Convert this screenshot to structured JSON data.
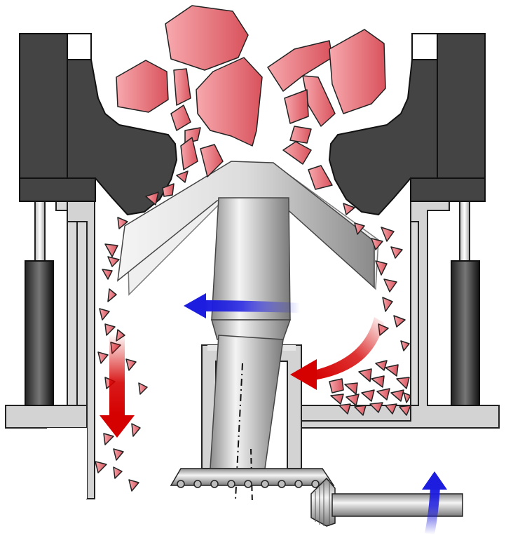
{
  "diagram": {
    "kind": "cone-crusher-cross-section",
    "has_text_labels": false,
    "colors": {
      "background": "#ffffff",
      "frame": "#d3d3d3",
      "bowl_liner": "#444444",
      "rock_light": "#f6a3a8",
      "rock_dark": "#d9525c",
      "flow_red": "#d50000",
      "flow_blue": "#1d1de0",
      "steel_light": "#f2f2f2",
      "steel_dark": "#9a9a9a",
      "outline": "#222222"
    },
    "parts": [
      "frame",
      "bowl-liner",
      "mantle",
      "main-shaft",
      "eccentric-bushing",
      "hydraulic-cylinder",
      "bevel-gear",
      "pinion-gear",
      "drive-shaft"
    ],
    "flows": [
      {
        "name": "material-discharge",
        "color": "red",
        "direction": "down"
      },
      {
        "name": "eccentric-motion",
        "color": "red",
        "direction": "curved-left"
      },
      {
        "name": "shaft-rotation",
        "color": "blue",
        "direction": "left"
      },
      {
        "name": "drive-rotation",
        "color": "blue",
        "direction": "up"
      }
    ]
  }
}
